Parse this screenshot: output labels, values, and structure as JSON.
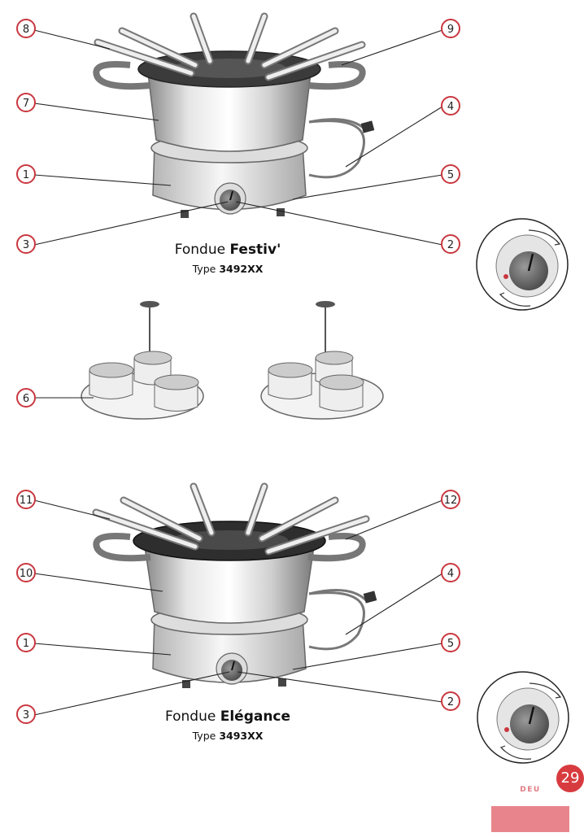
{
  "callout_numbers": {
    "n1": "1",
    "n2": "2",
    "n3": "3",
    "n4": "4",
    "n5": "5",
    "n6": "6",
    "n7": "7",
    "n8": "8",
    "n9": "9",
    "n10": "10",
    "n11": "11",
    "n12": "12"
  },
  "product1": {
    "name_prefix": "Fondue",
    "name_bold": "Festiv'",
    "type_prefix": "Type",
    "type_code": "3492XX"
  },
  "product2": {
    "name_prefix": "Fondue",
    "name_bold": "Elégance",
    "type_prefix": "Type",
    "type_code": "3493XX"
  },
  "page": {
    "number": "29",
    "language": "DEU"
  },
  "colors": {
    "accent": "#d83b3f",
    "callout_ring": "#c9373f",
    "lang_bar": "#e8858c"
  }
}
